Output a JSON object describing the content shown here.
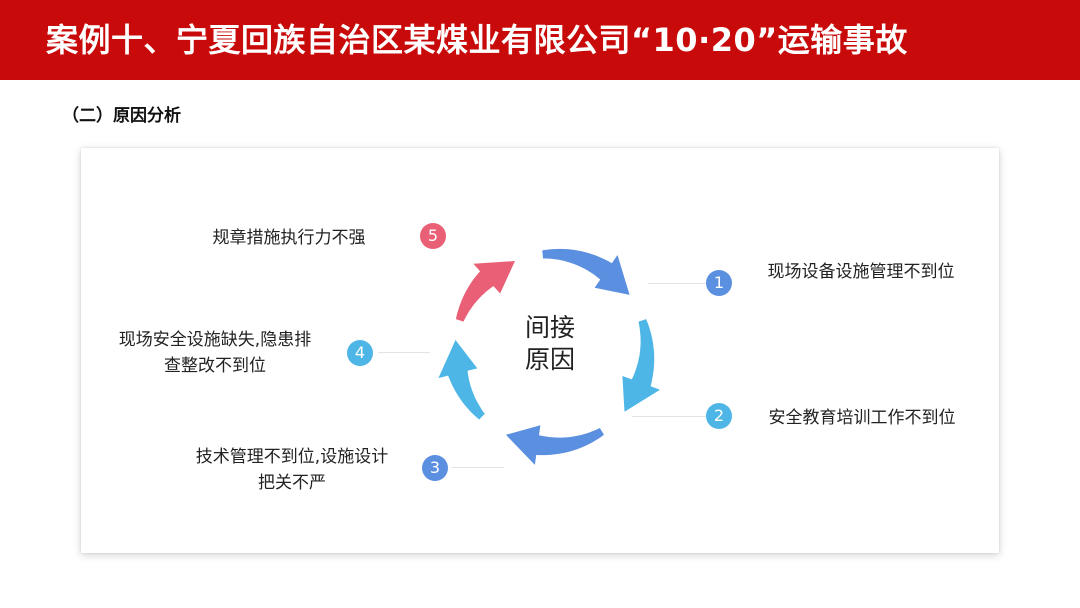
{
  "header": {
    "title": "案例十、宁夏回族自治区某煤业有限公司“10·20”运输事故"
  },
  "section": {
    "subtitle": "（二）原因分析"
  },
  "diagram": {
    "center_line1": "间接",
    "center_line2": "原因",
    "items": [
      {
        "number": "1",
        "text": "现场设备设施管理不到位",
        "color": "#5b8fe0"
      },
      {
        "number": "2",
        "text": "安全教育培训工作不到位",
        "color": "#4eb6e6"
      },
      {
        "number": "3",
        "text": "技术管理不到位,设施设计把关不严",
        "color": "#5b8fe0"
      },
      {
        "number": "4",
        "text": "现场安全设施缺失,隐患排查整改不到位",
        "color": "#4eb6e6"
      },
      {
        "number": "5",
        "text": "规章措施执行力不强",
        "color": "#e85f76"
      }
    ]
  },
  "colors": {
    "title_bar": "#c80a0a",
    "arrow_red": "#e85f76",
    "arrow_blue": "#5b8fe0",
    "arrow_cyan": "#4eb6e6"
  }
}
